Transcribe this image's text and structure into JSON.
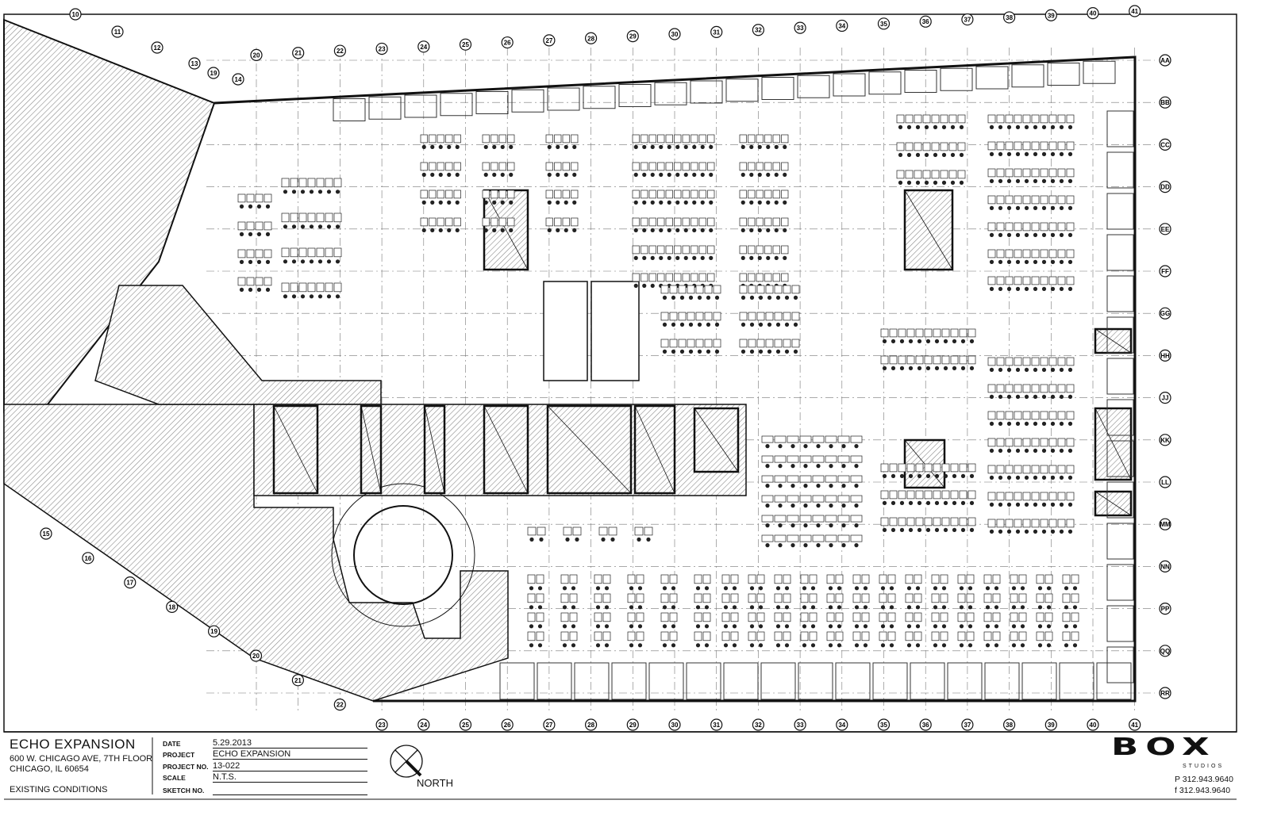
{
  "title_block": {
    "project_title": "ECHO EXPANSION",
    "address_line1": "600 W. CHICAGO AVE, 7TH FLOOR",
    "address_line2": "CHICAGO, IL 60654",
    "sheet_description": "EXISTING CONDITIONS",
    "fields": [
      {
        "label": "DATE",
        "value": "5.29.2013"
      },
      {
        "label": "PROJECT",
        "value": "ECHO EXPANSION"
      },
      {
        "label": "PROJECT NO.",
        "value": "13-022"
      },
      {
        "label": "SCALE",
        "value": "N.T.S."
      },
      {
        "label": "SKETCH NO.",
        "value": ""
      }
    ],
    "north_label": "NORTH"
  },
  "firm": {
    "logo_text": "BOX",
    "sub": "STUDIOS",
    "phone": "P  312.943.9640",
    "fax": "f  312.943.9640"
  },
  "grid": {
    "columns": [
      "20",
      "21",
      "22",
      "23",
      "24",
      "25",
      "26",
      "27",
      "28",
      "29",
      "30",
      "31",
      "32",
      "33",
      "34",
      "35",
      "36",
      "37",
      "38",
      "39",
      "40",
      "41"
    ],
    "bottom_columns": [
      "23",
      "24",
      "25",
      "26",
      "27",
      "28",
      "29",
      "30",
      "31",
      "32",
      "33",
      "34",
      "35",
      "36",
      "37",
      "38",
      "39",
      "40",
      "41"
    ],
    "rows": [
      "AA",
      "BB",
      "CC",
      "DD",
      "EE",
      "FF",
      "GG",
      "HH",
      "JJ",
      "KK",
      "LL",
      "MM",
      "NN",
      "PP",
      "QQ",
      "RR"
    ],
    "diagonal_left": [
      "15",
      "16",
      "17",
      "18",
      "19",
      "20",
      "21",
      "22"
    ],
    "diagonal_top": [
      "10",
      "11",
      "12",
      "13",
      "19",
      "14"
    ]
  },
  "colors": {
    "line": "#111111",
    "hatch": "#9a9a9a",
    "core": "#7a7a7a"
  }
}
